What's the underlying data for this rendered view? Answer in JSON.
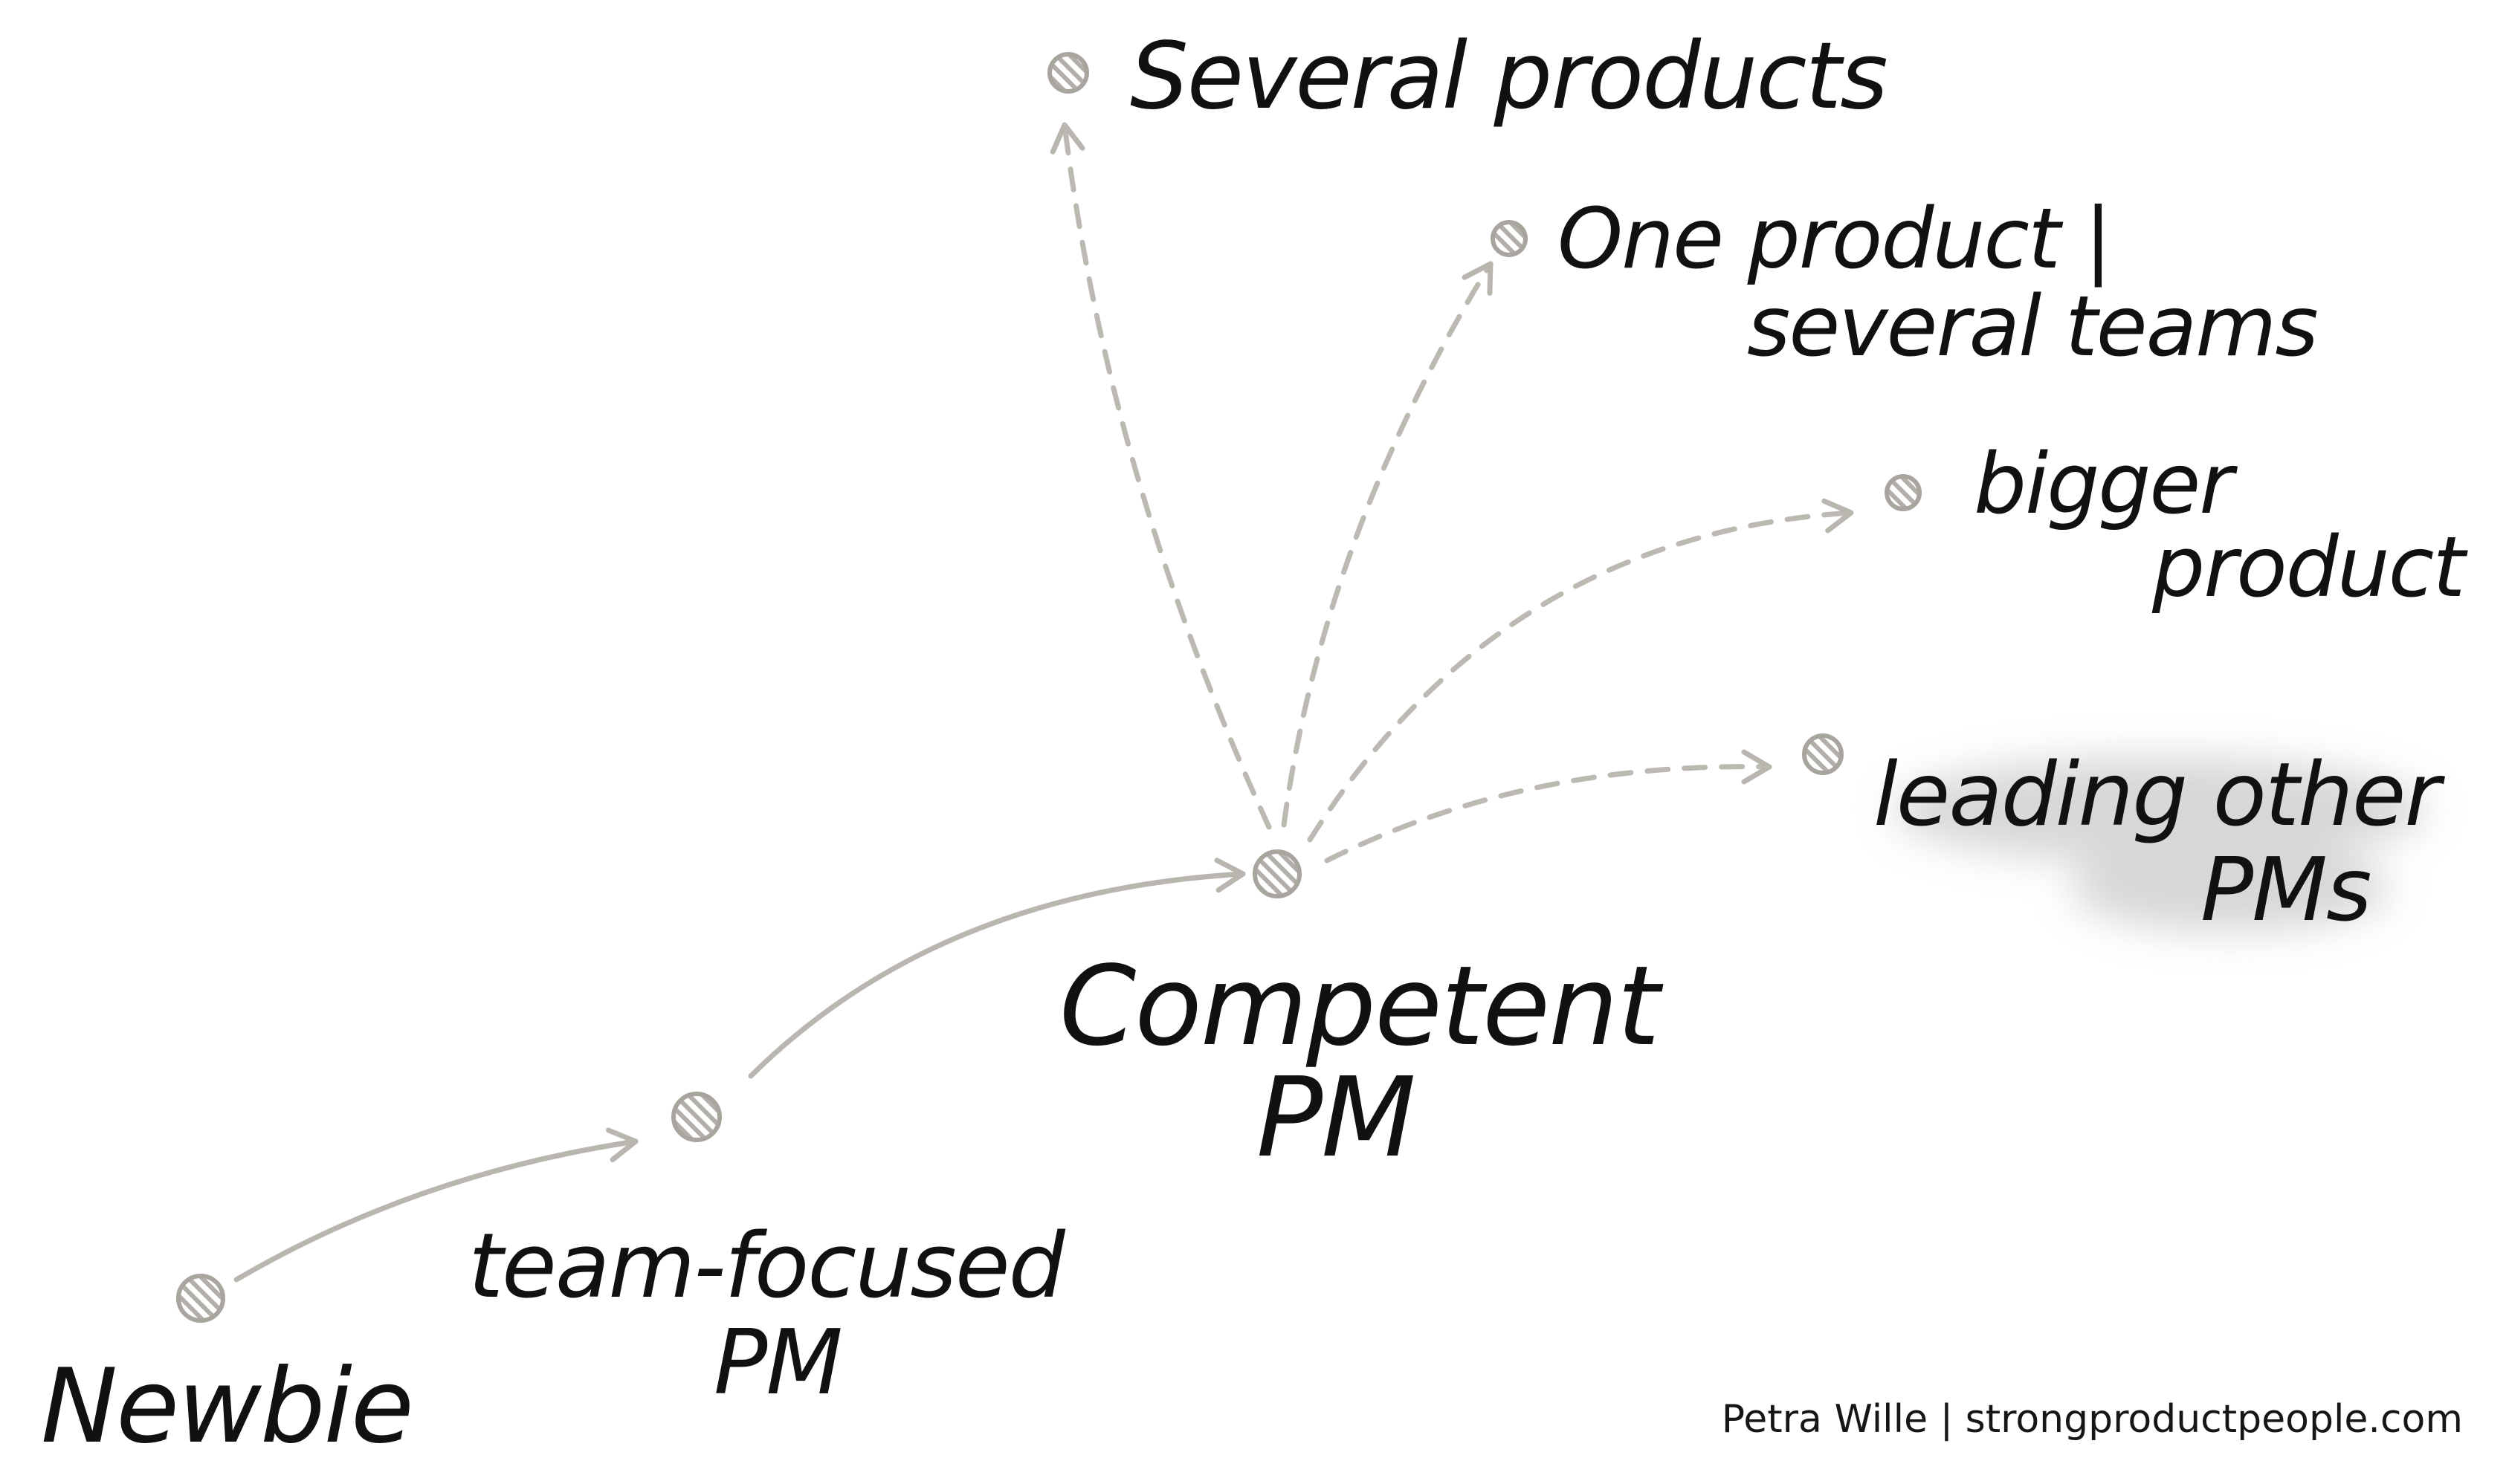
{
  "diagram": {
    "colors": {
      "ink": "#111111",
      "path": "#b9b6b0",
      "node_stroke": "#a8a59e",
      "node_hatch": "#b2afa8",
      "highlight": "#bdbdbd"
    },
    "nodes": [
      {
        "id": "newbie",
        "lines": [
          "Newbie"
        ]
      },
      {
        "id": "team-focused-pm",
        "lines": [
          "team-focused",
          "PM"
        ]
      },
      {
        "id": "competent-pm",
        "lines": [
          "Competent",
          "PM"
        ]
      },
      {
        "id": "several-products",
        "lines": [
          "Several products"
        ]
      },
      {
        "id": "one-product-several-teams",
        "lines": [
          "One product |",
          "several teams"
        ]
      },
      {
        "id": "bigger-product",
        "lines": [
          "bigger",
          "product"
        ]
      },
      {
        "id": "leading-other-pms",
        "lines": [
          "leading other",
          "PMs"
        ],
        "highlighted": true
      }
    ],
    "edges": [
      {
        "from": "newbie",
        "to": "team-focused-pm",
        "style": "solid"
      },
      {
        "from": "team-focused-pm",
        "to": "competent-pm",
        "style": "solid"
      },
      {
        "from": "competent-pm",
        "to": "several-products",
        "style": "dashed"
      },
      {
        "from": "competent-pm",
        "to": "one-product-several-teams",
        "style": "dashed"
      },
      {
        "from": "competent-pm",
        "to": "bigger-product",
        "style": "dashed"
      },
      {
        "from": "competent-pm",
        "to": "leading-other-pms",
        "style": "dashed"
      }
    ]
  },
  "footer": {
    "credit": "Petra Wille | strongproductpeople.com"
  }
}
